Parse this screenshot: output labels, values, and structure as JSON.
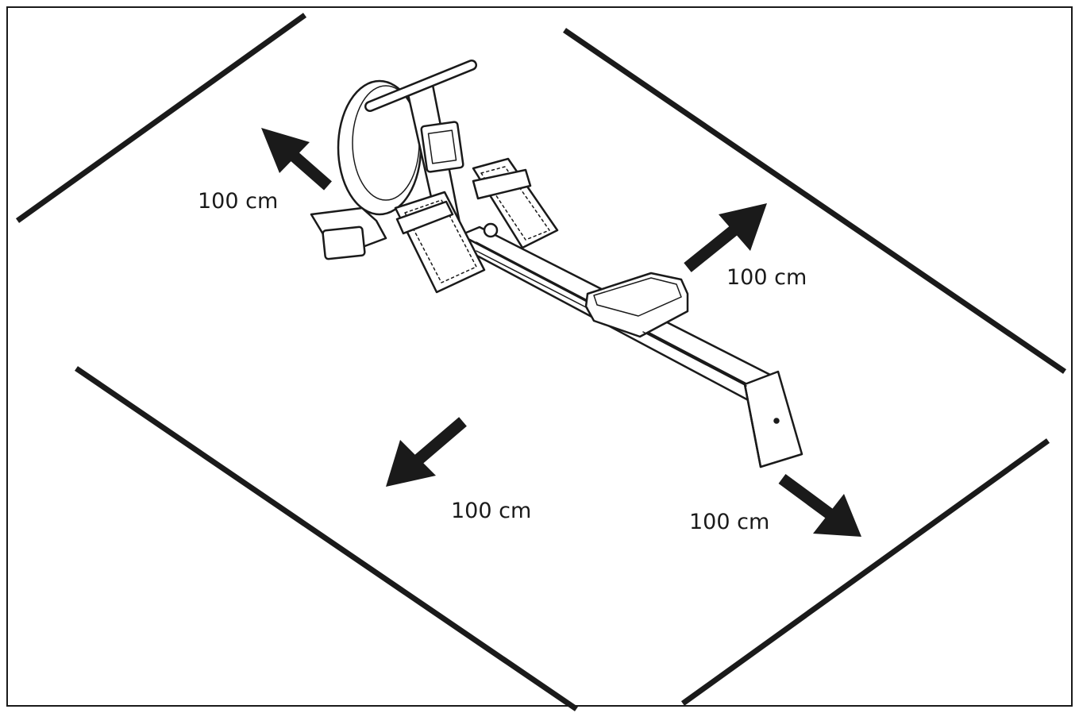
{
  "diagram": {
    "clearance_labels": {
      "left": "100 cm",
      "right": "100 cm",
      "front": "100 cm",
      "rear": "100 cm"
    },
    "colors": {
      "stroke": "#1a1a1a",
      "background": "#ffffff"
    },
    "icons": {
      "machine": "rowing-machine-icon",
      "arrow": "arrow-icon"
    }
  }
}
